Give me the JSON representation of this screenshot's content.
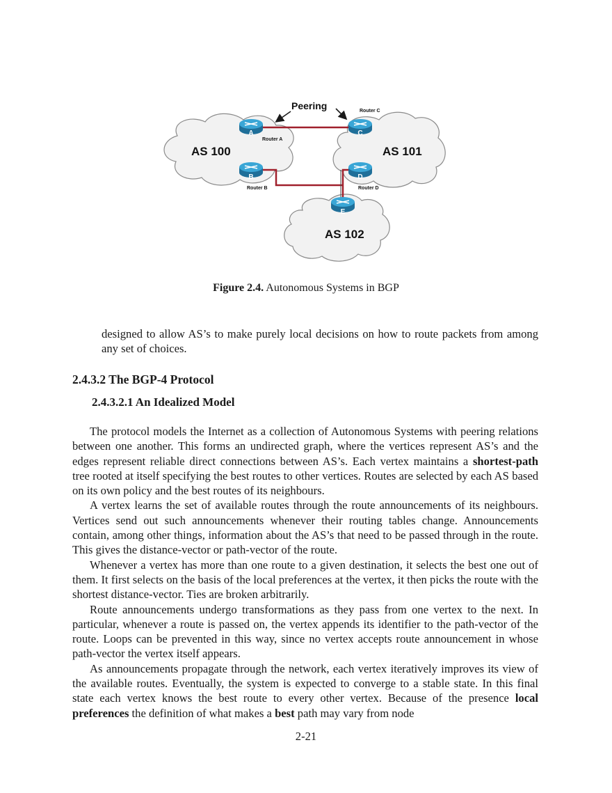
{
  "figure": {
    "peering_label": "Peering",
    "as100_label": "AS 100",
    "as101_label": "AS 101",
    "as102_label": "AS 102",
    "routers": [
      {
        "letter": "A",
        "label": "Router A"
      },
      {
        "letter": "B",
        "label": "Router B"
      },
      {
        "letter": "C",
        "label": "Router C"
      },
      {
        "letter": "D",
        "label": "Router D"
      },
      {
        "letter": "E",
        "label": ""
      }
    ],
    "colors": {
      "link": "#a0202c",
      "cloud_fill": "#f2f2f2",
      "cloud_stroke": "#8a8a8a",
      "router_top": "#3aa6d6",
      "router_side": "#1f6f99"
    }
  },
  "caption": {
    "number": "Figure 2.4.",
    "text": "Autonomous Systems in BGP"
  },
  "continuation": "designed to allow AS’s to make purely local decisions on how to route packets from among any set of choices.",
  "section": {
    "heading": "2.4.3.2 The BGP-4 Protocol",
    "subheading": "2.4.3.2.1 An Idealized Model"
  },
  "paragraphs": {
    "p1_before": "The protocol models the Internet as a collection of Autonomous Systems with peering relations between one another. This forms an undirected graph, where the vertices represent AS’s and the edges represent reliable direct connections between AS’s. Each vertex maintains a ",
    "p1_bold": "shortest-path",
    "p1_after": " tree rooted at itself specifying the best routes to other vertices. Routes are selected by each AS based on its own policy and the best routes of its neighbours.",
    "p2": "A vertex learns the set of available routes through the route announcements of its neighbours. Vertices send out such announcements whenever their routing tables change. Announcements contain, among other things, information about the AS’s that need to be passed through in the route. This gives the distance-vector or path-vector of the route.",
    "p3": "Whenever a vertex has more than one route to a given destination, it selects the best one out of them. It first selects on the basis of the local preferences at the vertex, it then picks the route with the shortest distance-vector. Ties are broken arbitrarily.",
    "p4": "Route announcements undergo transformations as they pass from one vertex to the next. In particular, whenever a route is passed on, the vertex appends its identifier to the path-vector of the route. Loops can be prevented in this way, since no vertex accepts route announcement in whose path-vector the vertex itself appears.",
    "p5_before": "As announcements propagate through the network, each vertex iteratively improves its view of the available routes. Eventually, the system is expected to converge to a stable state. In this final state each vertex knows the best route to every other vertex. Because of the presence ",
    "p5_bold1": "local preferences",
    "p5_middle": " the definition of what makes a ",
    "p5_bold2": "best",
    "p5_after": " path may vary from node"
  },
  "page_number": "2-21"
}
